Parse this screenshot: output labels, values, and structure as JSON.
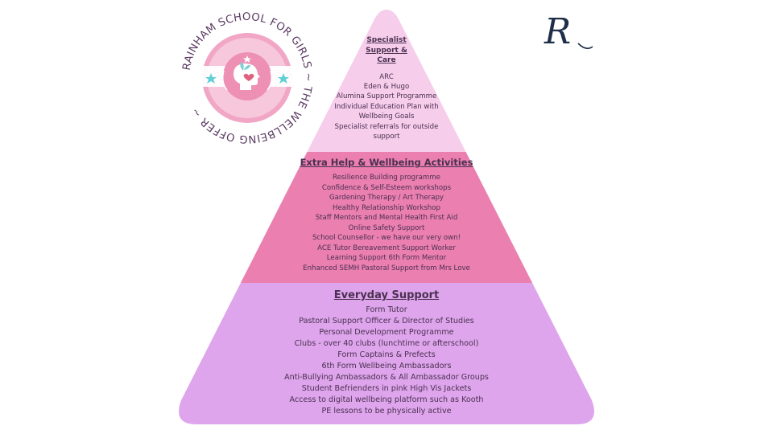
{
  "badge": {
    "ring_text": "RAINHAM SCHOOL FOR GIRLS ~ THE WELLBEING OFFER ~",
    "icon": "head-with-heart-and-leaves"
  },
  "logo": {
    "letter": "R"
  },
  "colors": {
    "top_tier": "#f6cdeb",
    "middle_tier": "#ea7fb0",
    "bottom_tier": "#dea5ec",
    "text": "#4a3050",
    "logo": "#1f2f4a"
  },
  "tiers": {
    "top": {
      "title": "Specialist Support & Care",
      "items": [
        "ARC",
        "Eden & Hugo",
        "Alumina Support Programme",
        "Individual Education Plan with",
        "Wellbeing Goals",
        "Specialist referrals for outside",
        "support"
      ]
    },
    "middle": {
      "title": "Extra Help & Wellbeing Activities",
      "items": [
        "Resilience Building programme",
        "Confidence & Self-Esteem workshops",
        "Gardening Therapy / Art Therapy",
        "Healthy Relationship Workshop",
        "Staff Mentors and Mental Health First Aid",
        "Online Safety Support",
        "School Counsellor - we have our very own!",
        "ACE Tutor Bereavement Support Worker",
        "Learning Support 6th Form Mentor",
        "Enhanced SEMH Pastoral Support from Mrs Love"
      ]
    },
    "bottom": {
      "title": "Everyday Support",
      "items": [
        "Form Tutor",
        "Pastoral Support Officer & Director of Studies",
        "Personal Development Programme",
        "Clubs - over 40 clubs (lunchtime or afterschool)",
        "Form Captains & Prefects",
        "6th Form Wellbeing Ambassadors",
        "Anti-Bullying Ambassadors & All Ambassador Groups",
        "Student Befrienders in pink High Vis Jackets",
        "Access to digital wellbeing platform such as Kooth",
        "PE lessons to be physically active"
      ]
    }
  }
}
